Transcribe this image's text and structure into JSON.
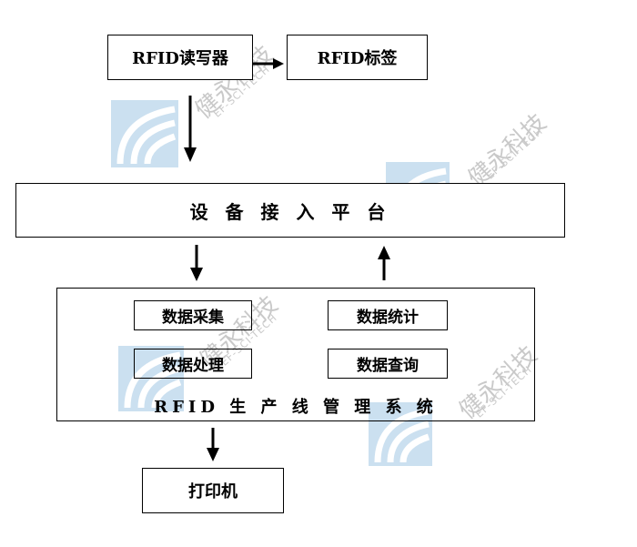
{
  "nodes": {
    "rfid_reader": "RFID读写器",
    "rfid_tag": "RFID标签",
    "device_platform": "设 备 接 入 平 台",
    "production_system": {
      "title": "RFID 生 产 线 管 理 系 统",
      "modules": {
        "data_collection": "数据采集",
        "data_statistics": "数据统计",
        "data_processing": "数据处理",
        "data_query": "数据查询"
      }
    },
    "printer": "打印机"
  },
  "watermark": {
    "text": "健永科技",
    "subtext": "EF-SCI-TECH",
    "color": "#c9c9c9",
    "logo_color": "#a9cbe6"
  },
  "edges": [
    {
      "from": "rfid_reader",
      "to": "rfid_tag"
    },
    {
      "from": "rfid_reader",
      "to": "device_platform"
    },
    {
      "from": "device_platform",
      "to": "production_system"
    },
    {
      "from": "production_system",
      "to": "device_platform"
    },
    {
      "from": "production_system",
      "to": "printer"
    }
  ]
}
